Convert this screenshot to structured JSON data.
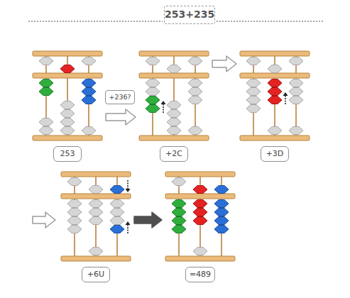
{
  "diagram": {
    "title": "253+235",
    "nodes": [
      {
        "text": [
          "253"
        ]
      },
      {
        "text": [
          "+236?"
        ]
      },
      {
        "text": [
          "+2C"
        ]
      },
      {
        "text": [
          "+3D"
        ]
      },
      {
        "text": [
          "+6U"
        ]
      },
      {
        "text": [
          "=489"
        ]
      }
    ],
    "edges": [
      {
        "from": 0,
        "to": 2,
        "arrow": "to"
      },
      {
        "from": 2,
        "to": 3,
        "arrow": "to"
      },
      {
        "from": 4,
        "to": 5,
        "arrow": "to"
      }
    ]
  }
}
